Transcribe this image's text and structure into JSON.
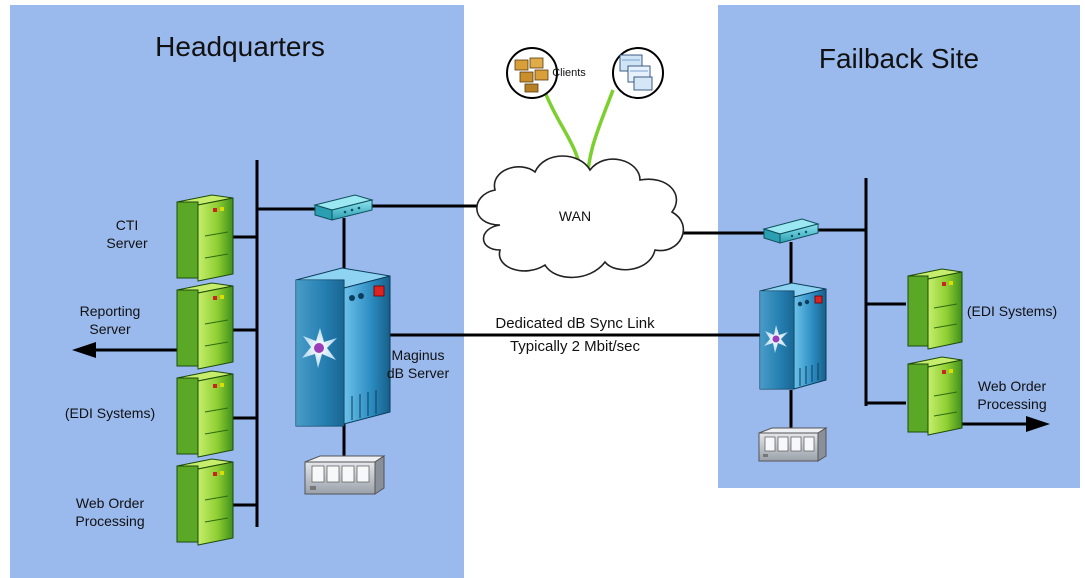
{
  "colors": {
    "site_bg": "#9ab9ed",
    "server_green_light": "#a7dc44",
    "server_green_dark": "#3f8f1b",
    "main_server_light": "#4aa7d6",
    "main_server_dark": "#1a6a98",
    "switch": "#3eb5c5",
    "wan_links": "#7bd02e",
    "line": "#000000"
  },
  "headquarters": {
    "title": "Headquarters",
    "servers": [
      {
        "label": "CTI\nServer"
      },
      {
        "label": "Reporting\nServer"
      },
      {
        "label": "(EDI Systems)"
      },
      {
        "label": "Web Order\nProcessing"
      }
    ],
    "main_server": {
      "label": "Maginus\ndB Server"
    }
  },
  "failback": {
    "title": "Failback Site",
    "servers": [
      {
        "label": "(EDI Systems)"
      },
      {
        "label": "Web Order\nProcessing"
      }
    ]
  },
  "wan": {
    "label": "WAN"
  },
  "clients": {
    "label": "Clients"
  },
  "sync_link": {
    "line1": "Dedicated dB Sync Link",
    "line2": "Typically 2 Mbit/sec"
  }
}
